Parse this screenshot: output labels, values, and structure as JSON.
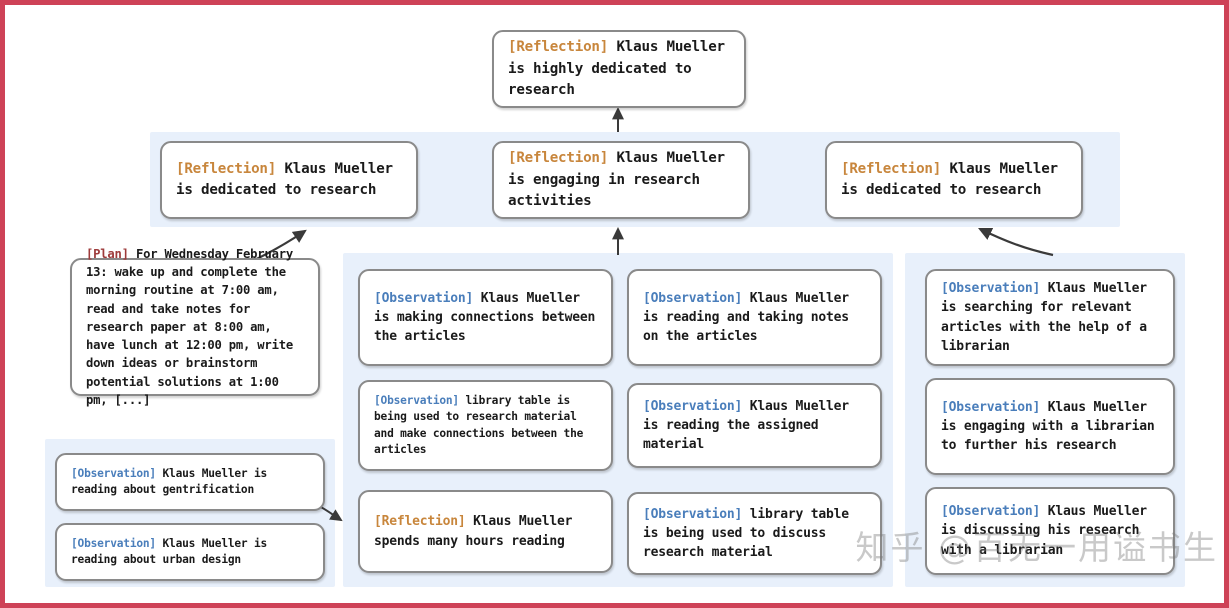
{
  "figure": {
    "border_color": "#ce4257",
    "panel_color": "#e8f0fb",
    "node_border_color": "#8a8a8a",
    "tag_colors": {
      "reflection": "#c8863c",
      "observation": "#4a7ebb",
      "plan": "#9e3b3b"
    },
    "watermark": "知乎 @百无一用谥书生"
  },
  "tags": {
    "reflection": "[Reflection]",
    "observation": "[Observation]",
    "plan": "[Plan]"
  },
  "top_node": {
    "tag": "[Reflection]",
    "text": " Klaus Mueller is highly dedicated to research"
  },
  "reflection_row": [
    {
      "tag": "[Reflection]",
      "text": " Klaus Mueller is dedicated to research"
    },
    {
      "tag": "[Reflection]",
      "text": " Klaus Mueller is engaging in research activities"
    },
    {
      "tag": "[Reflection]",
      "text": " Klaus Mueller is dedicated to research"
    }
  ],
  "left_column": {
    "plan_node": {
      "tag": "[Plan]",
      "text": " For Wednesday February 13: wake up and complete the morning routine at 7:00 am, read and take notes for research paper at 8:00 am, have lunch at 12:00 pm, write down ideas or brainstorm potential solutions at 1:00 pm, [...]"
    },
    "observations": [
      {
        "tag": "[Observation]",
        "text": " Klaus Mueller is reading about gentrification"
      },
      {
        "tag": "[Observation]",
        "text": " Klaus Mueller is reading about urban design"
      }
    ]
  },
  "middle_column": [
    {
      "tag": "[Observation]",
      "text": " Klaus Mueller is making connections between the articles"
    },
    {
      "tag": "[Observation]",
      "text": " library table is being used to research material and make connections between the articles"
    },
    {
      "tag": "[Reflection]",
      "text": " Klaus Mueller spends many hours reading"
    }
  ],
  "center_column": [
    {
      "tag": "[Observation]",
      "text": " Klaus Mueller is reading and taking notes on the articles"
    },
    {
      "tag": "[Observation]",
      "text": " Klaus Mueller is reading the assigned material"
    },
    {
      "tag": "[Observation]",
      "text": " library table is being used to discuss research material"
    }
  ],
  "right_column": [
    {
      "tag": "[Observation]",
      "text": " Klaus Mueller is searching for relevant articles with the help of a librarian"
    },
    {
      "tag": "[Observation]",
      "text": " Klaus Mueller is engaging with a librarian to further his research"
    },
    {
      "tag": "[Observation]",
      "text": " Klaus Mueller is discussing his research with a librarian"
    }
  ]
}
